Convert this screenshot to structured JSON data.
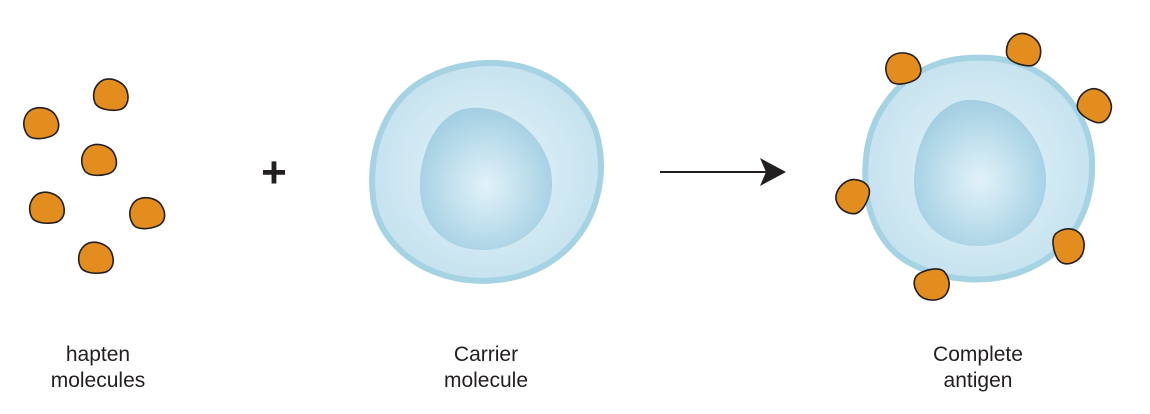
{
  "labels": {
    "haptens": {
      "line1": "hapten",
      "line2": "molecules"
    },
    "carrier": {
      "line1": "Carrier",
      "line2": "molecule"
    },
    "antigen": {
      "line1": "Complete",
      "line2": "antigen"
    }
  },
  "operator": "+",
  "colors": {
    "hapten_fill": "#E38D1F",
    "hapten_stroke": "#231F20",
    "cell_membrane": "#A6D3E3",
    "cell_body": "#D4EBF4",
    "nucleus": "#A6D3E3",
    "arrow": "#231F20",
    "text": "#231F20"
  }
}
